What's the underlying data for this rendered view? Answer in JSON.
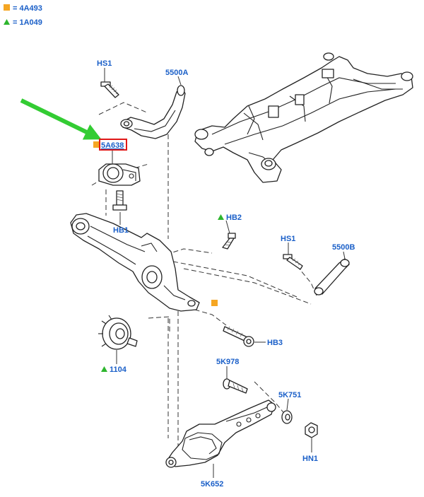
{
  "legend": [
    {
      "symbol": "square",
      "text": "= 4A493"
    },
    {
      "symbol": "triangle",
      "text": "= 1A049"
    }
  ],
  "colors": {
    "label": "#1a5fc8",
    "square_marker": "#f5a623",
    "triangle_marker": "#2db52d",
    "arrow": "#33cc33",
    "highlight_box": "#e01818"
  },
  "labels": {
    "hs1_top": "HS1",
    "l5500a": "5500A",
    "l5a638": "5A638",
    "hb1": "HB1",
    "hb2": "HB2",
    "hs1_right": "HS1",
    "l5500b": "5500B",
    "hb3": "HB3",
    "l1104": "1104",
    "l5k978": "5K978",
    "l5k751": "5K751",
    "hn1": "HN1",
    "l5k652": "5K652"
  },
  "highlighted_label": "5A638"
}
